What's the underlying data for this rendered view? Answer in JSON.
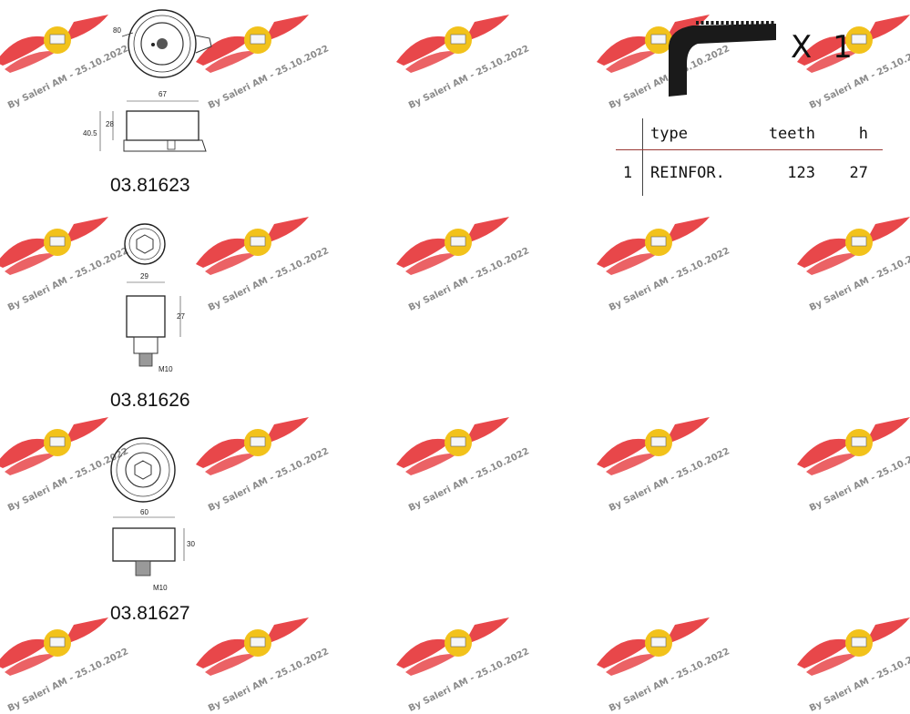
{
  "watermark": {
    "text": "By Saleri AM - 25.10.2022",
    "brand_colors": {
      "wing": "#e8474a",
      "badge": "#f2c21b",
      "text": "#8a8a8a"
    }
  },
  "parts": [
    {
      "code": "03.81623",
      "dims": {
        "diameter": "80",
        "width": "67",
        "height": "28",
        "overall": "40.5"
      }
    },
    {
      "code": "03.81626",
      "dims": {
        "width": "29",
        "height": "27",
        "thread": "M10"
      }
    },
    {
      "code": "03.81627",
      "dims": {
        "width": "60",
        "height": "30",
        "thread": "M10"
      }
    }
  ],
  "belt": {
    "quantity_label": "X 1",
    "table": {
      "headers": {
        "index": "",
        "type": "type",
        "teeth": "teeth",
        "h": "h"
      },
      "rows": [
        {
          "index": "1",
          "type": "REINFOR.",
          "teeth": "123",
          "h": "27"
        }
      ]
    }
  }
}
